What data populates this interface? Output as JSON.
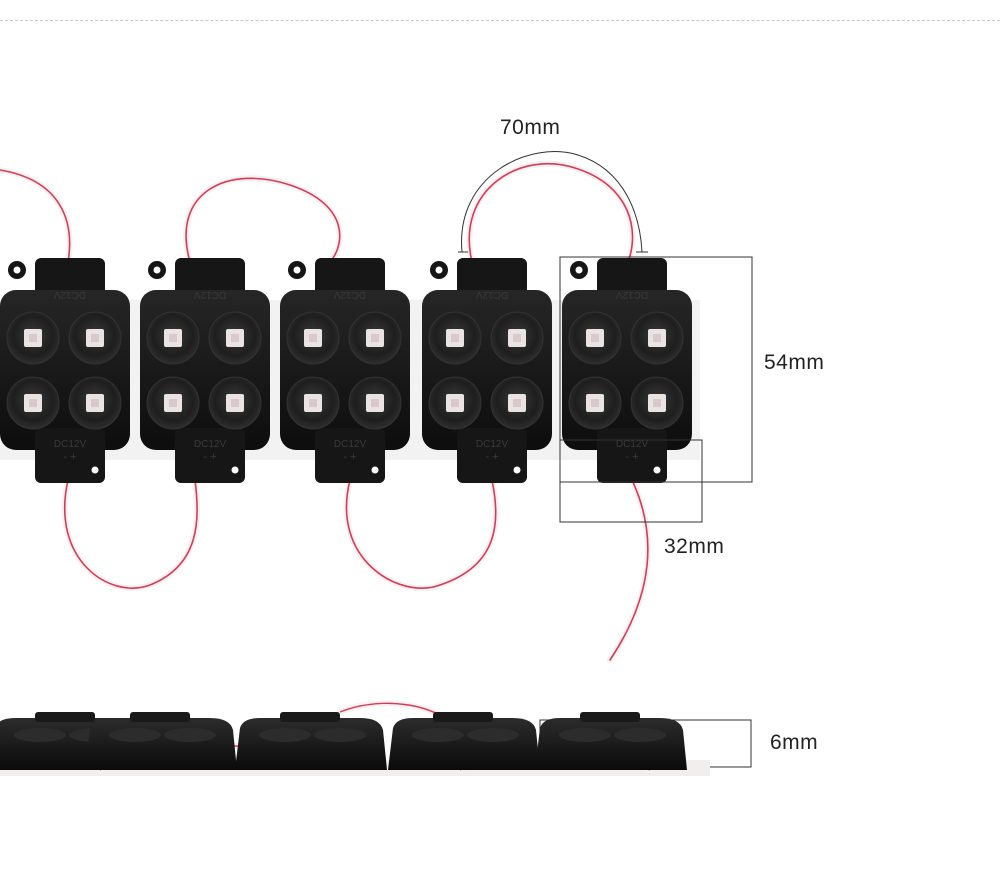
{
  "dimensions": {
    "wire_length": "70mm",
    "height": "54mm",
    "width": "32mm",
    "thickness": "6mm"
  },
  "module": {
    "label_text": "DC12V",
    "polarity_text": "- +",
    "led_count_per_module": 4
  },
  "colors": {
    "module_body": "#161616",
    "lens_ring": "#2a2a2a",
    "led_chip": "#e9e4e2",
    "wire_sheath": "#f4f1f1",
    "wire_red": "#d63a5a",
    "dimension_line": "#333333"
  }
}
